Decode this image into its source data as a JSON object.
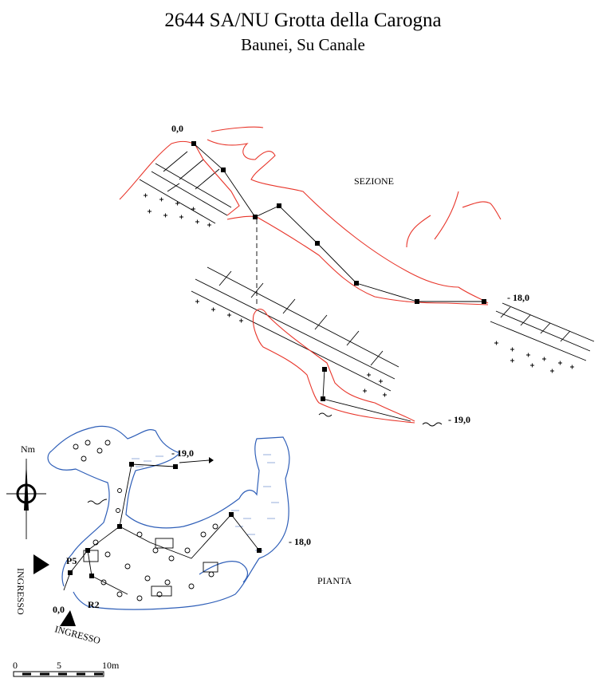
{
  "header": {
    "title": "2644 SA/NU Grotta della Carogna",
    "subtitle": "Baunei, Su Canale"
  },
  "section": {
    "label": "SEZIONE",
    "start_label": "0,0",
    "depth_upper": "- 18,0",
    "depth_lower": "- 19,0"
  },
  "plan": {
    "label": "PIANTA",
    "depth_north": "- 19,0",
    "depth_east": "- 18,0",
    "start_label": "0,0",
    "p5_label": "P5",
    "r2_label": "R2",
    "entrance_label_1": "INGRESSO",
    "entrance_label_2": "INGRESSO"
  },
  "north_arrow": {
    "label": "Nm"
  },
  "scale_bar": {
    "tick_0": "0",
    "tick_5": "5",
    "tick_10": "10m"
  },
  "colors": {
    "section_wall": "#e8352a",
    "plan_wall": "#2f5fb8"
  }
}
